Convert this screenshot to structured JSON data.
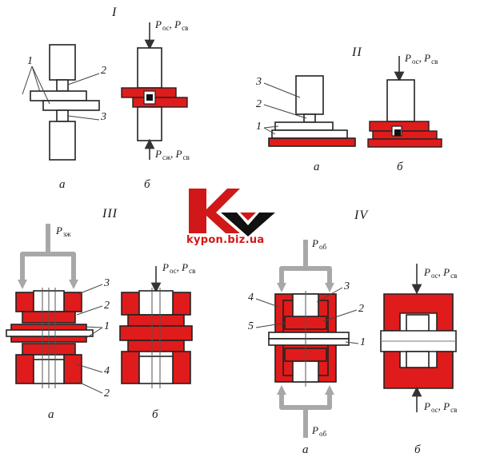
{
  "sections": [
    {
      "id": "I",
      "numeral": "I"
    },
    {
      "id": "II",
      "numeral": "II"
    },
    {
      "id": "III",
      "numeral": "III"
    },
    {
      "id": "IV",
      "numeral": "IV"
    }
  ],
  "sublabels": {
    "a": "а",
    "b": "б"
  },
  "forces": {
    "P": "P",
    "sub_os": "ос",
    "sub_sv": "св",
    "sub_szh": "сж",
    "sub_zzh": "зж",
    "sub_ob": "об",
    "sep": ","
  },
  "part_numbers": {
    "I": [
      "1",
      "2",
      "3"
    ],
    "II": [
      "3",
      "2",
      "1"
    ],
    "III": [
      "3",
      "2",
      "1",
      "4",
      "2"
    ],
    "IV": [
      "4",
      "5",
      "3",
      "2",
      "1"
    ]
  },
  "logo": {
    "text": "kypon.biz.ua",
    "letter": "K",
    "colors": {
      "red": "#d01818",
      "black": "#111111"
    }
  },
  "colors": {
    "part_red": "#e01b1b",
    "outline": "#222222",
    "gray_frame": "#a8a8a8"
  }
}
